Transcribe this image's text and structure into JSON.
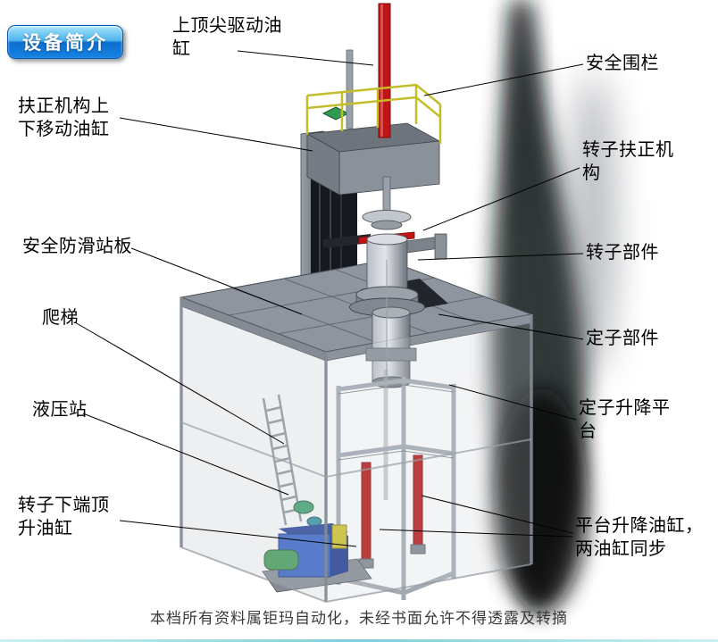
{
  "page": {
    "badge_label": "设备简介",
    "watermark": "本档所有资料属钜玛自动化，未经书面允许不得透露及转摘"
  },
  "labels": [
    {
      "name": "top-center-drive-cylinder",
      "text": "上顶尖驱动油\n缸"
    },
    {
      "name": "safety-fence",
      "text": "安全围栏"
    },
    {
      "name": "centering-updown-cylinder",
      "text": "扶正机构上\n下移动油缸"
    },
    {
      "name": "rotor-centering-mechanism",
      "text": "转子扶正机\n构"
    },
    {
      "name": "anti-slip-platform",
      "text": "安全防滑站板"
    },
    {
      "name": "rotor-component",
      "text": "转子部件"
    },
    {
      "name": "ladder",
      "text": "爬梯"
    },
    {
      "name": "stator-component",
      "text": "定子部件"
    },
    {
      "name": "hydraulic-station",
      "text": "液压站"
    },
    {
      "name": "stator-lift-platform",
      "text": "定子升降平\n台"
    },
    {
      "name": "rotor-bottom-jack-cylinder",
      "text": "转子下端顶\n升油缸"
    },
    {
      "name": "platform-lift-cylinders",
      "text": "平台升降油缸，\n两油缸同步"
    }
  ],
  "colors": {
    "badge_blue": "#1583e3",
    "cylinder_red": "#b81313",
    "railing_yellow": "#c4bd2a",
    "hydraulic_blue": "#2f5fc8",
    "machine_gray": "#8f959e",
    "green_part": "#2f9a50"
  }
}
